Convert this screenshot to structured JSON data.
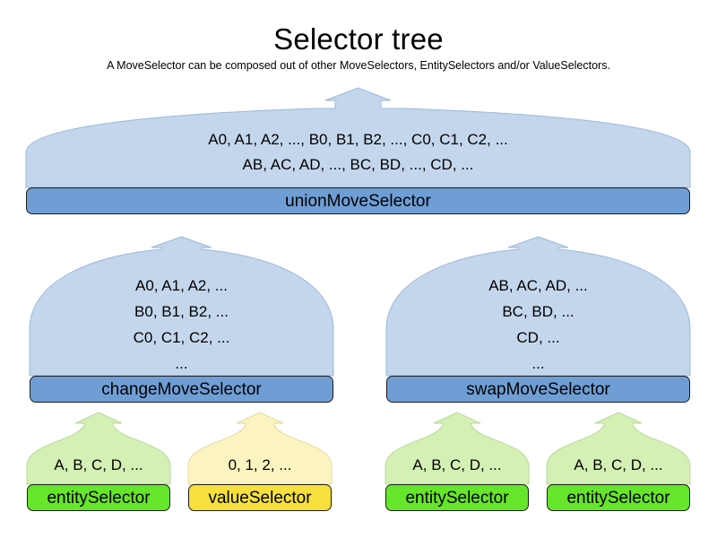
{
  "diagram": {
    "title": "Selector tree",
    "subtitle": "A MoveSelector can be composed out of other MoveSelectors, EntitySelectors and/or ValueSelectors.",
    "colors": {
      "move_fill": "#c4d6ec",
      "move_bar": "#6f9ed4",
      "entity_fill": "#d4f0b4",
      "entity_bar": "#66e62a",
      "value_fill": "#fcf4c0",
      "value_bar": "#f7e03c",
      "outline": "#1d1d1d",
      "dome_outline": "#9bb8d9",
      "background": "#ffffff"
    }
  },
  "nodes": {
    "union": {
      "label": "unionMoveSelector",
      "items": [
        "A0, A1, A2, ..., B0, B1, B2, ..., C0, C1, C2, ...",
        "AB, AC, AD, ..., BC, BD, ..., CD, ..."
      ]
    },
    "change": {
      "label": "changeMoveSelector",
      "items": [
        "A0, A1, A2, ...",
        "B0, B1, B2, ...",
        "C0, C1, C2, ...",
        "..."
      ]
    },
    "swap": {
      "label": "swapMoveSelector",
      "items": [
        "AB, AC, AD, ...",
        "BC, BD, ...",
        "CD, ...",
        "..."
      ]
    },
    "entity1": {
      "label": "entitySelector",
      "items": [
        "A, B, C, D, ..."
      ]
    },
    "value1": {
      "label": "valueSelector",
      "items": [
        "0, 1, 2, ..."
      ]
    },
    "entity2": {
      "label": "entitySelector",
      "items": [
        "A, B, C, D, ..."
      ]
    },
    "entity3": {
      "label": "entitySelector",
      "items": [
        "A, B, C, D, ..."
      ]
    }
  }
}
